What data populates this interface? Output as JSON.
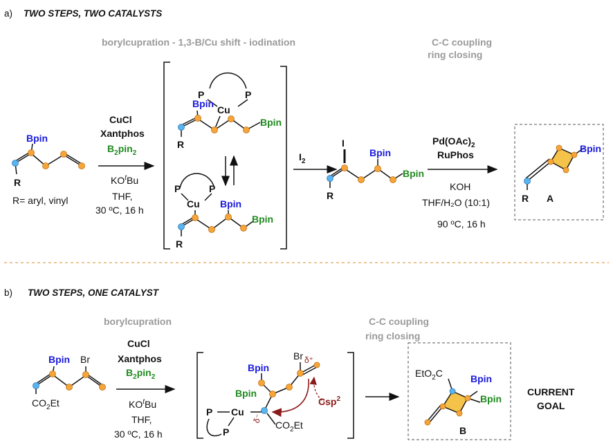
{
  "panel_a": {
    "label": "a)",
    "title": "TWO STEPS, TWO CATALYSTS",
    "step1_title": "borylcupration - 1,3-B/Cu shift - iodination",
    "step2_title_line1": "C-C coupling",
    "step2_title_line2": "ring closing",
    "start_bpin": "Bpin",
    "start_r": "R",
    "r_def": "R= aryl, vinyl",
    "reagents1": [
      "CuCl",
      "Xantphos"
    ],
    "b2pin2": "B",
    "b2pin2_sub1": "2",
    "b2pin2_mid": "pin",
    "b2pin2_sub2": "2",
    "base_pre": "KO",
    "base_sup": "t",
    "base_post": "Bu",
    "cond1": [
      "THF,",
      "30 ºC, 16 h"
    ],
    "int1": {
      "p1": "P",
      "p2": "P",
      "cu": "Cu",
      "bpin_blue": "Bpin",
      "bpin_green": "Bpin",
      "r": "R"
    },
    "int2": {
      "p1": "P",
      "p2": "P",
      "cu": "Cu",
      "bpin_blue": "Bpin",
      "bpin_green": "Bpin",
      "r": "R"
    },
    "iodine": "I",
    "iodine_sub": "2",
    "iodo": {
      "i": "I",
      "bpin_blue": "Bpin",
      "bpin_green": "Bpin",
      "r": "R"
    },
    "reagents2_pre": "Pd(OAc)",
    "reagents2_sub": "2",
    "ligand2": "RuPhos",
    "cond2": [
      "KOH",
      "THF/H₂O (10:1)",
      "90 ºC, 16 h"
    ],
    "prod_a": {
      "bpin": "Bpin",
      "r": "R",
      "label": "A"
    }
  },
  "panel_b": {
    "label": "b)",
    "title": "TWO STEPS, ONE CATALYST",
    "step1_title": "borylcupration",
    "step2_title_line1": "C-C coupling",
    "step2_title_line2": "ring closing",
    "start": {
      "bpin": "Bpin",
      "br": "Br",
      "ester_pre": "CO",
      "ester_sub": "2",
      "ester_post": "Et"
    },
    "reagents1": [
      "CuCl",
      "Xantphos"
    ],
    "cond1": [
      "THF,",
      "30 ºC, 16 h"
    ],
    "int": {
      "br": "Br",
      "bpin_blue": "Bpin",
      "bpin_green": "Bpin",
      "p1": "P",
      "p2": "P",
      "cu": "Cu",
      "delta_plus": "δ⁺",
      "delta_minus": "δ⁻",
      "csp_pre": "Csp",
      "csp_sup": "2",
      "ester_pre": "CO",
      "ester_sub": "2",
      "ester_post": "Et"
    },
    "prod_b": {
      "ester_pre": "EtO",
      "ester_sub": "2",
      "ester_post": "C",
      "bpin_blue": "Bpin",
      "bpin_green": "Bpin",
      "label": "B"
    },
    "goal": [
      "CURRENT",
      "GOAL"
    ]
  },
  "colors": {
    "blue": "#1a1adb",
    "green": "#1f8a1f",
    "grey": "#9a9a9a",
    "red": "#8b1a1a",
    "orange": "#f5a53a",
    "divider": "#e0a050"
  }
}
